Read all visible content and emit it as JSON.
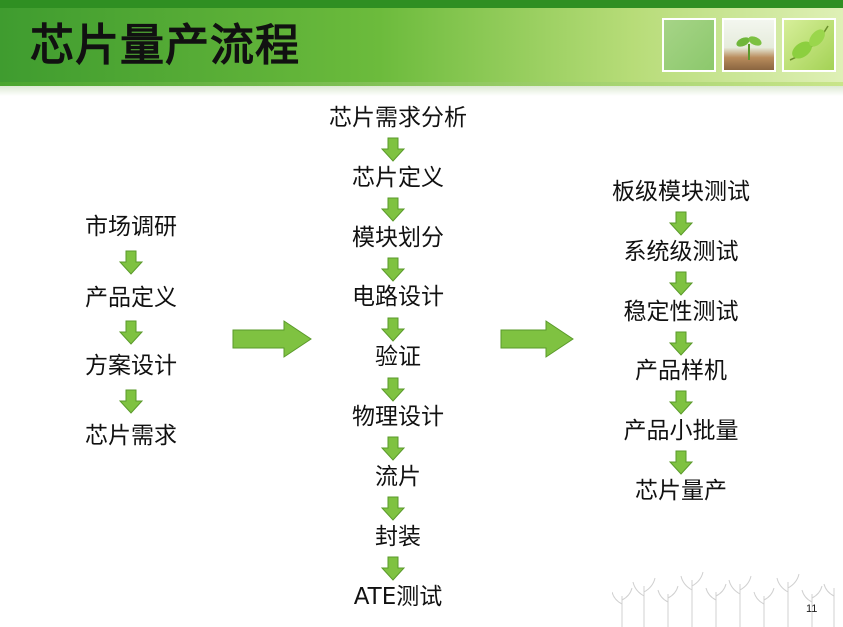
{
  "title": "芯片量产流程",
  "page_number": "11",
  "colors": {
    "header_green": "#4aa52d",
    "arrow_green": "#7fc241",
    "arrow_outline": "#5a9a2a",
    "text": "#111111"
  },
  "columns": {
    "left": [
      "市场调研",
      "产品定义",
      "方案设计",
      "芯片需求"
    ],
    "middle": [
      "芯片需求分析",
      "芯片定义",
      "模块划分",
      "电路设计",
      "验证",
      "物理设计",
      "流片",
      "封装",
      "ATE测试"
    ],
    "right": [
      "板级模块测试",
      "系统级测试",
      "稳定性测试",
      "产品样机",
      "产品小批量",
      "芯片量产"
    ]
  }
}
